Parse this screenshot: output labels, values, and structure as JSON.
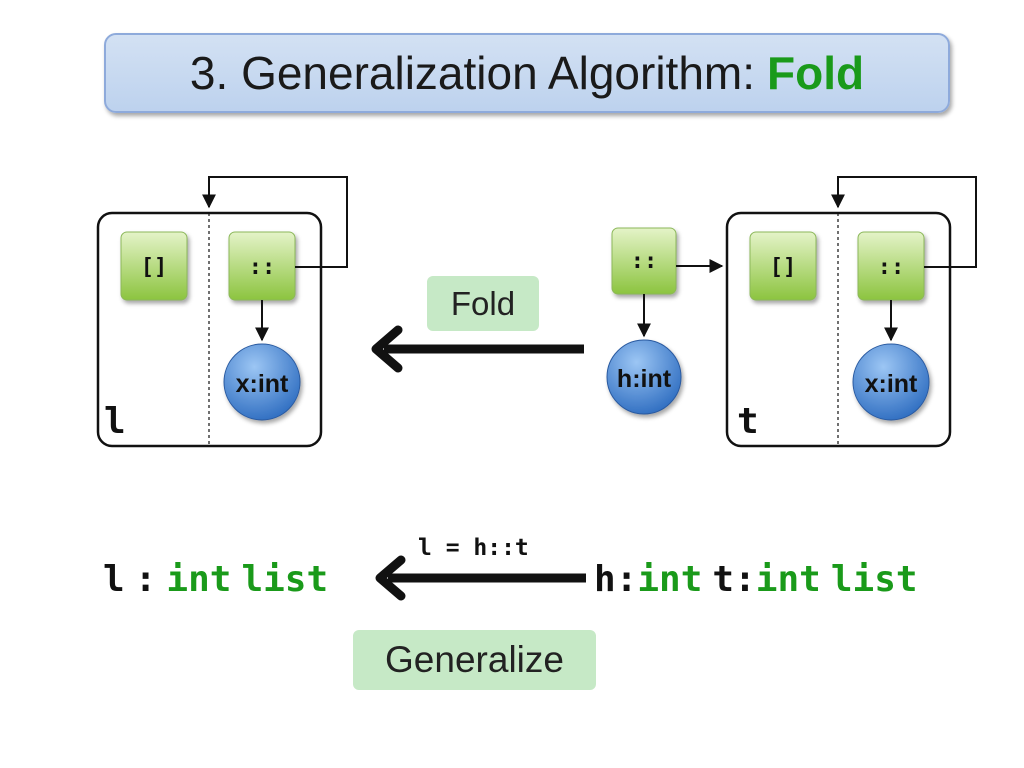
{
  "title": {
    "main": "3. Generalization Algorithm:",
    "accent": "Fold"
  },
  "diagram": {
    "left_box": {
      "name": "l",
      "nil_label": "[]",
      "cons_label": "::",
      "elem_label": "x:int"
    },
    "middle": {
      "cons_label": "::",
      "elem_label": "h:int",
      "action_label": "Fold"
    },
    "right_box": {
      "name": "t",
      "nil_label": "[]",
      "cons_label": "::",
      "elem_label": "x:int"
    }
  },
  "equation": {
    "lhs_var": "l",
    "lhs_colon": ":",
    "lhs_type_1": "int",
    "lhs_type_2": "list",
    "arrow_label": "l = h::t",
    "rhs_h": "h",
    "rhs_h_colon": ":",
    "rhs_h_type": "int",
    "rhs_t": "t",
    "rhs_t_colon": ":",
    "rhs_t_type_1": "int",
    "rhs_t_type_2": "list",
    "action_label": "Generalize"
  },
  "colors": {
    "accent_green": "#1a9a1a",
    "node_green": "#9fd160",
    "node_blue": "#3f86d8",
    "tag_green": "#c6e9c6",
    "title_blue": "#c6d9f1"
  }
}
